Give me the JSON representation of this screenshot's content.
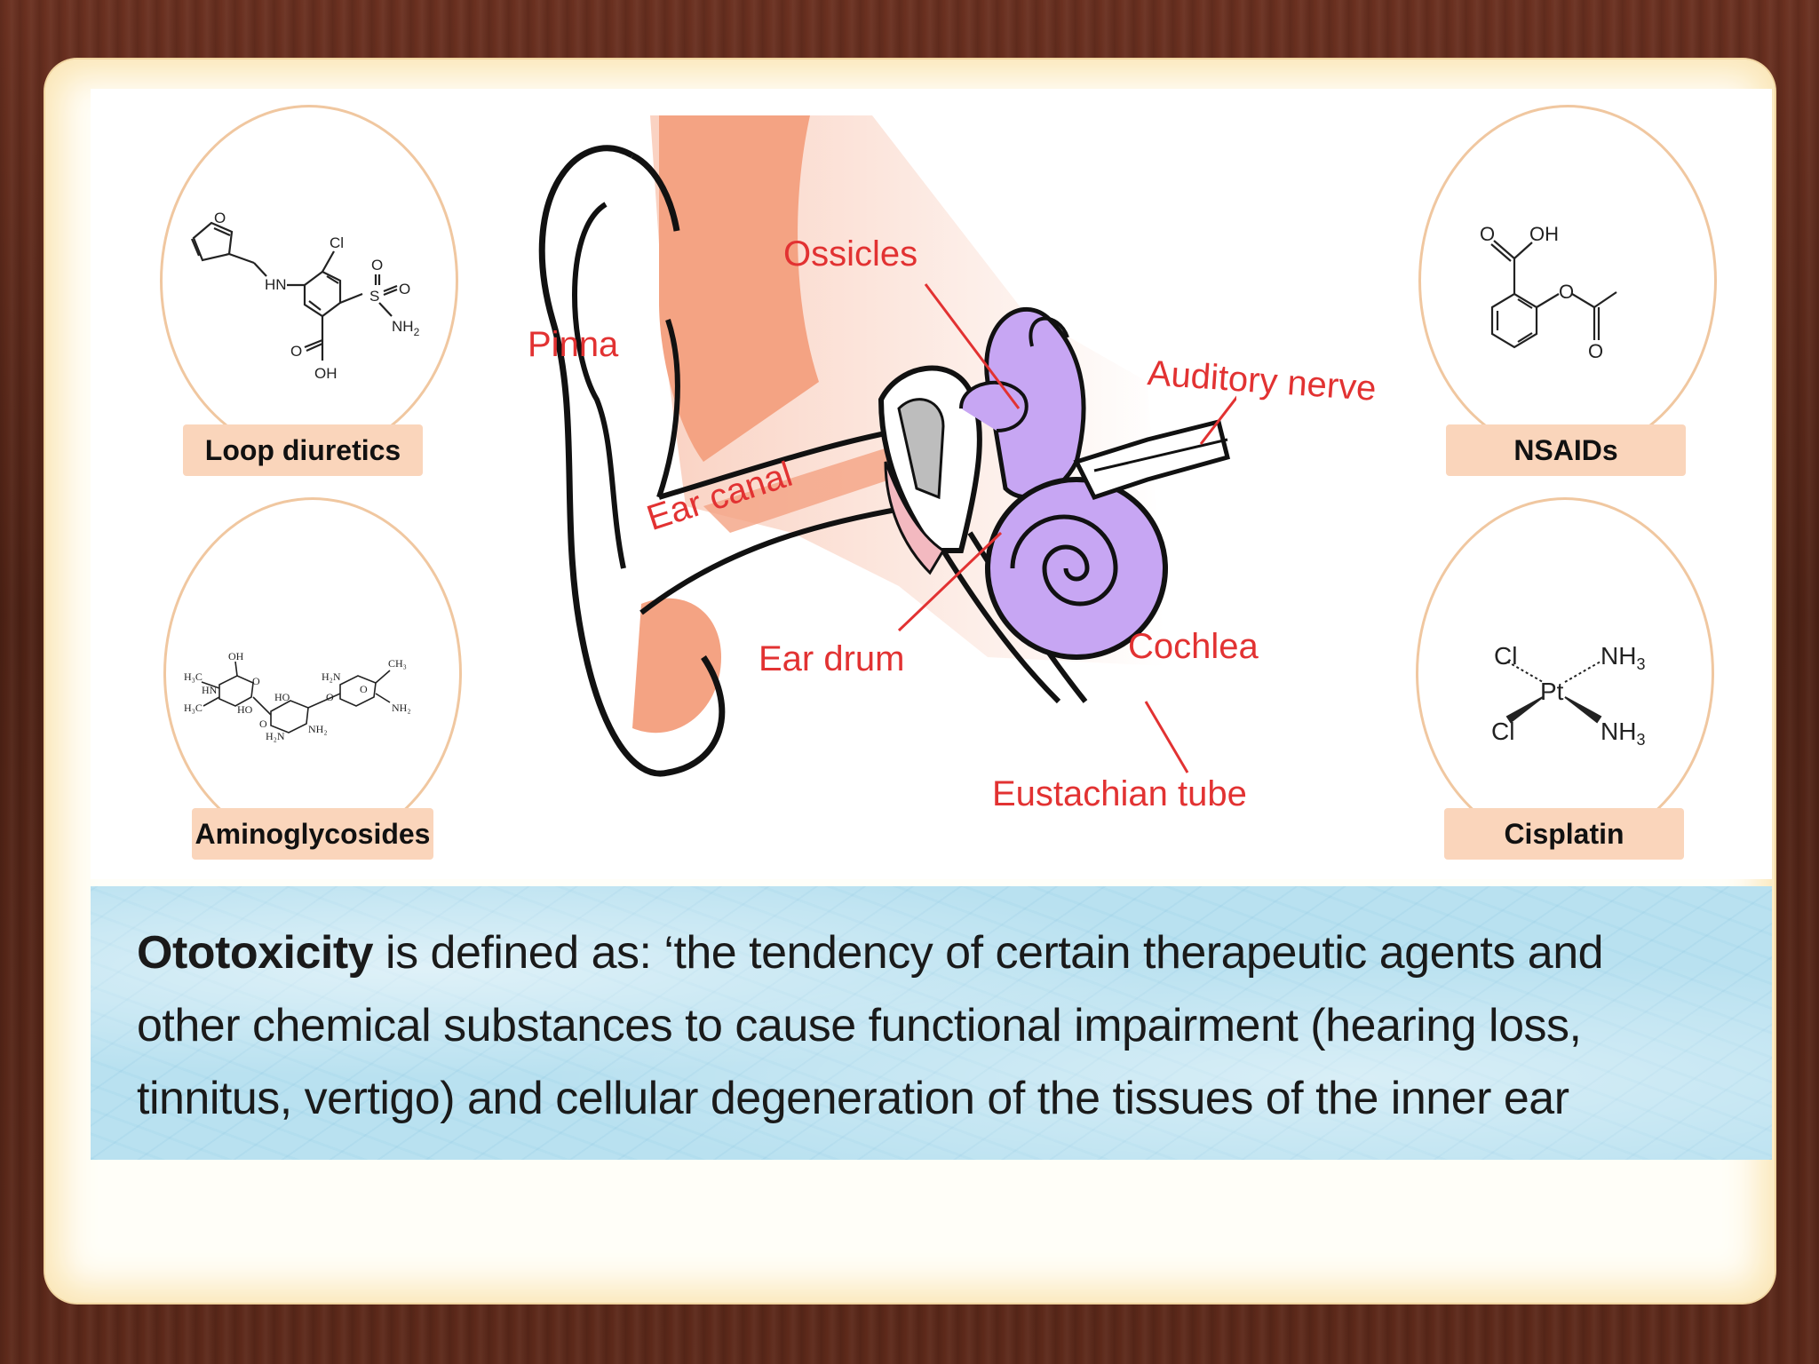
{
  "slide": {
    "drug_classes": [
      {
        "label": "Loop diuretics"
      },
      {
        "label": "Aminoglycosides"
      },
      {
        "label": "NSAIDs"
      },
      {
        "label": "Cisplatin"
      }
    ],
    "molecule_text": {
      "loop_diuretic": {
        "o1": "O",
        "cl": "Cl",
        "hn": "HN",
        "o2": "O",
        "s": "S",
        "o3": "O",
        "nh2": "NH",
        "nh2_sub": "2",
        "o4": "O",
        "oh": "OH"
      },
      "aminoglycoside": {
        "a1": "OH",
        "a2": "H₃C",
        "a3": "HN",
        "a4": "H₃C",
        "a5": "O",
        "a6": "HO",
        "a7": "HO",
        "a8": "O",
        "a9": "H₂N",
        "a10": "NH₂",
        "a11": "H₂N",
        "a12": "O",
        "a13": "CH₃",
        "a14": "NH₂",
        "a15": "O"
      },
      "nsaid": {
        "o1": "O",
        "oh": "OH",
        "o2": "O",
        "o3": "O"
      },
      "cisplatin": {
        "cl1": "Cl",
        "nh3a": "NH",
        "pt": "Pt",
        "cl2": "Cl",
        "nh3b": "NH",
        "sub": "3"
      }
    },
    "ear_labels": {
      "pinna": "Pinna",
      "ossicles": "Ossicles",
      "auditory_nerve": "Auditory nerve",
      "ear_canal": "Ear canal",
      "ear_drum": "Ear drum",
      "cochlea": "Cochlea",
      "eustachian_tube": "Eustachian tube"
    },
    "colors": {
      "label_red": "#e23232",
      "outer_ear": "#f4a383",
      "cochlea": "#c7a6f3",
      "tag": "#fad5bb"
    }
  },
  "definition": {
    "term": "Ototoxicity",
    "line1": " is defined as: ‘the tendency of certain therapeutic agents and",
    "line2": "other chemical substances to cause functional impairment (hearing loss,",
    "line3": "tinnitus, vertigo) and cellular degeneration of the tissues of the inner ear"
  }
}
